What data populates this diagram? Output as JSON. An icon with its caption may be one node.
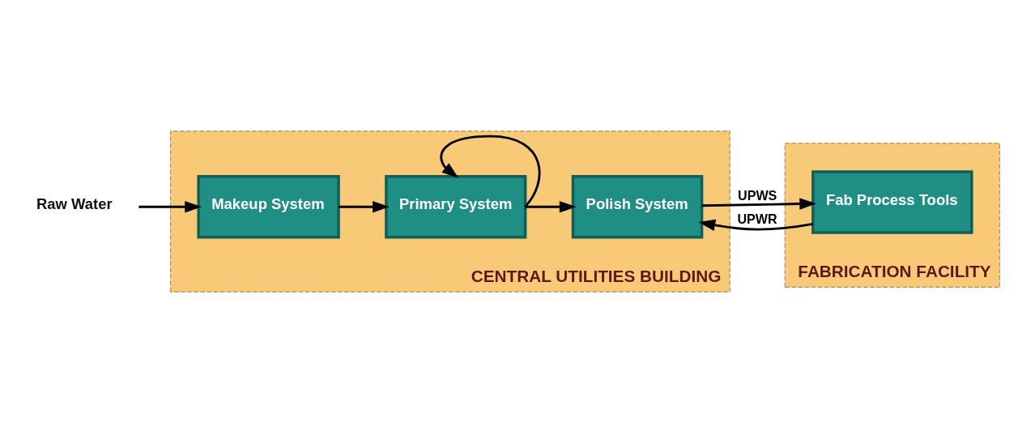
{
  "diagram": {
    "nodes": [
      {
        "text": [
          "CENTRAL UTILITIES BUILDING"
        ]
      },
      {
        "text": [
          "FABRICATION FACILITY"
        ]
      },
      {
        "text": [
          "Raw Water"
        ]
      },
      {
        "text": [
          "Makeup System"
        ],
        "in": 0
      },
      {
        "text": [
          "Primary System"
        ],
        "in": 0
      },
      {
        "text": [
          "Polish System"
        ],
        "in": 0
      },
      {
        "text": [
          "Fab Process Tools"
        ],
        "in": 1
      }
    ],
    "edges": [
      {
        "from": 2,
        "to": 3,
        "arrow": "to"
      },
      {
        "from": 3,
        "to": 4,
        "arrow": "to"
      },
      {
        "from": 4,
        "to": 5,
        "arrow": "to"
      },
      {
        "from": 4,
        "to": 4,
        "arrow": "to"
      },
      {
        "from": 5,
        "to": 6,
        "label": "UPWS",
        "arrow": "to"
      },
      {
        "from": 6,
        "to": 5,
        "label": "UPWR",
        "arrow": "to"
      }
    ]
  }
}
